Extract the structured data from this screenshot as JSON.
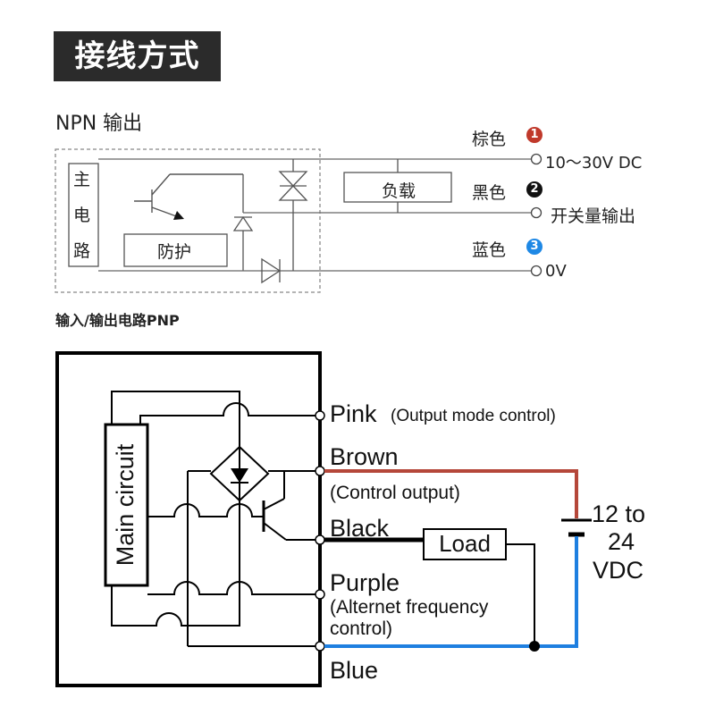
{
  "header": {
    "title": "接线方式"
  },
  "npn": {
    "title": "NPN 输出",
    "main_circuit": [
      "主",
      "电",
      "路"
    ],
    "protect": "防护",
    "load": "负载",
    "wires": [
      {
        "color_name": "棕色",
        "badge": "1",
        "badge_color": "#c0392b",
        "terminal": "10～30V DC"
      },
      {
        "color_name": "黑色",
        "badge": "2",
        "badge_color": "#111111",
        "terminal": "开关量输出"
      },
      {
        "color_name": "蓝色",
        "badge": "3",
        "badge_color": "#1e88e5",
        "terminal": "0V"
      }
    ]
  },
  "pnp": {
    "title": "输入/输出电路PNP",
    "main_circuit": "Main circuit",
    "load": "Load",
    "supply": [
      "12 to",
      "24",
      "VDC"
    ],
    "wires": {
      "pink": "Pink",
      "pink_note": "(Output mode control)",
      "brown": "Brown",
      "brown_note": "(Control output)",
      "black": "Black",
      "purple": "Purple",
      "purple_note_1": "(Alternet frequency",
      "purple_note_2": "control)",
      "blue": "Blue"
    },
    "colors": {
      "brown_wire": "#b5473a",
      "blue_wire": "#1e7fe0",
      "black_wire": "#000000"
    }
  }
}
